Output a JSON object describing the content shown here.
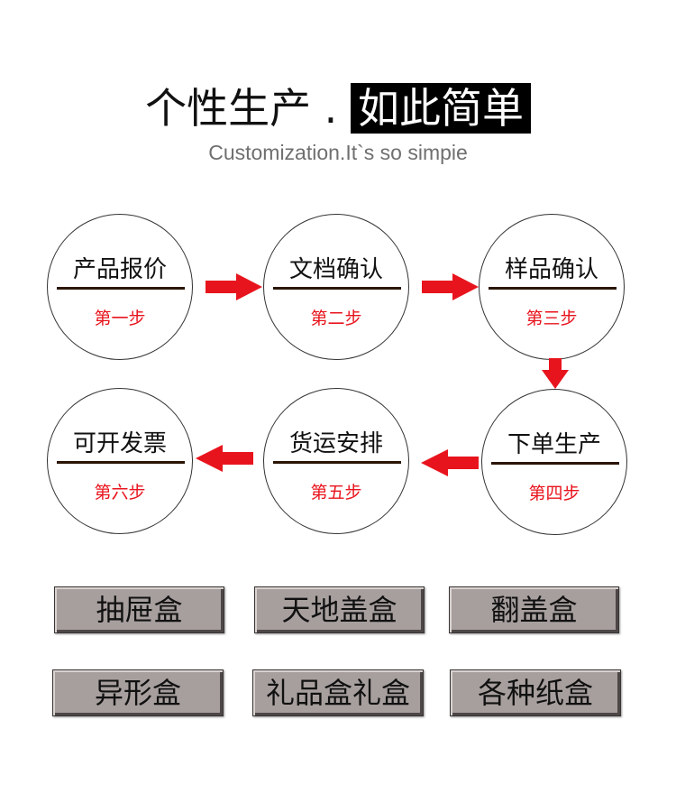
{
  "header": {
    "title_main": "个性生产 .",
    "title_highlight": "如此简单",
    "subtitle": "Customization.It`s so simpie"
  },
  "steps": [
    {
      "name": "产品报价",
      "number": "第一步"
    },
    {
      "name": "文档确认",
      "number": "第二步"
    },
    {
      "name": "样品确认",
      "number": "第三步"
    },
    {
      "name": "下单生产",
      "number": "第四步"
    },
    {
      "name": "货运安排",
      "number": "第五步"
    },
    {
      "name": "可开发票",
      "number": "第六步"
    }
  ],
  "products": [
    "抽屉盒",
    "天地盖盒",
    "翻盖盒",
    "异形盒",
    "礼品盒礼盒",
    "各种纸盒"
  ],
  "colors": {
    "arrow": "#e8141d",
    "step_number": "#e8141d",
    "button_bg": "#a79f9e"
  },
  "flow": [
    "arrow-right",
    "arrow-right",
    "arrow-down",
    "arrow-left",
    "arrow-left"
  ]
}
